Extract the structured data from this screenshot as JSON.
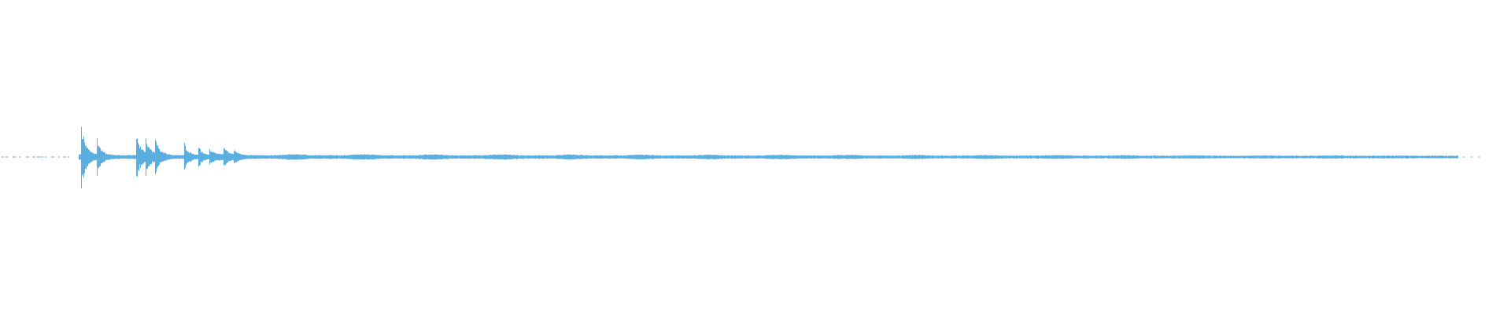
{
  "waveform": {
    "color": "#5aaee0",
    "background": "#ffffff",
    "description_note": "",
    "transients": [
      {
        "time": 0.0535,
        "amplitude": 1.0
      },
      {
        "time": 0.064,
        "amplitude": 0.55
      },
      {
        "time": 0.09,
        "amplitude": 0.82
      },
      {
        "time": 0.096,
        "amplitude": 0.5
      },
      {
        "time": 0.1025,
        "amplitude": 0.45
      },
      {
        "time": 0.1215,
        "amplitude": 0.42
      },
      {
        "time": 0.131,
        "amplitude": 0.3
      },
      {
        "time": 0.1385,
        "amplitude": 0.2
      },
      {
        "time": 0.1475,
        "amplitude": 0.28
      },
      {
        "time": 0.1545,
        "amplitude": 0.18
      }
    ],
    "sound_start": 0.0525,
    "sound_end": 0.965,
    "pre_roll_dots_end": 0.045,
    "tail_dots_start": 0.965,
    "tail_dots_end": 0.98
  }
}
